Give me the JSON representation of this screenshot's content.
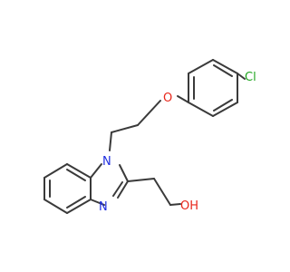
{
  "molecule": {
    "atoms": {
      "chlorine": "Cl",
      "ether_oxygen": "O",
      "ring_nitrogen_substituted": "N",
      "ring_nitrogen_imine": "N",
      "hydroxyl": "OH"
    },
    "colors": {
      "bond": "#3a3a3a",
      "carbon": "#3a3a3a",
      "chlorine": "#1fa51f",
      "oxygen": "#e8261a",
      "nitrogen": "#1f2ee0"
    }
  }
}
